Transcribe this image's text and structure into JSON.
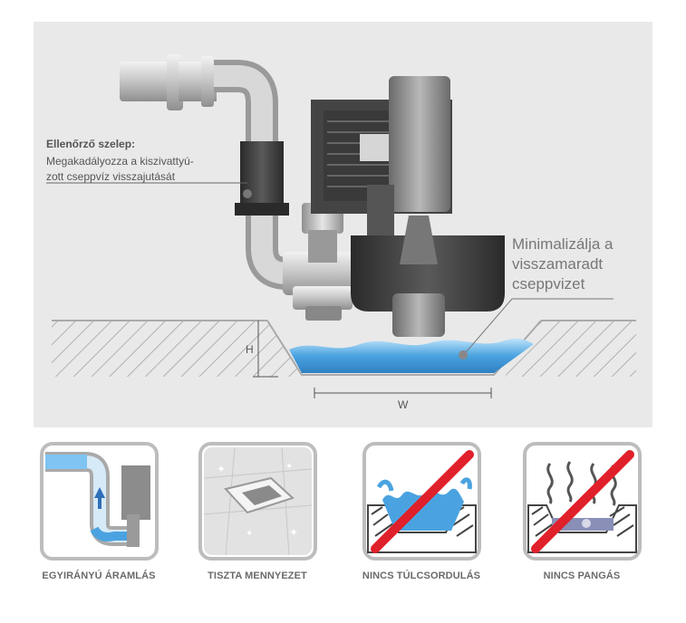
{
  "callout": {
    "title": "Ellenőrző szelep:",
    "lines": [
      "Megakadályozza a kiszivattyú-",
      "zott cseppvíz visszajutását"
    ]
  },
  "minimize": {
    "lines": [
      "Minimalizálja a",
      "visszamaradt",
      "cseppvizet"
    ]
  },
  "dimensions": {
    "height": "H",
    "width": "W"
  },
  "features": [
    {
      "label": "EGYIRÁNYÚ ÁRAMLÁS",
      "icon": "one-way-flow-icon"
    },
    {
      "label": "TISZTA MENNYEZET",
      "icon": "clean-ceiling-icon"
    },
    {
      "label": "NINCS TÚLCSORDULÁS",
      "icon": "no-overflow-icon"
    },
    {
      "label": "NINCS PANGÁS",
      "icon": "no-stagnation-icon"
    }
  ],
  "colors": {
    "panel": "#e9e9e9",
    "water": "#4aa3e0",
    "prohibit": "#e0202a",
    "text": "#555555"
  }
}
